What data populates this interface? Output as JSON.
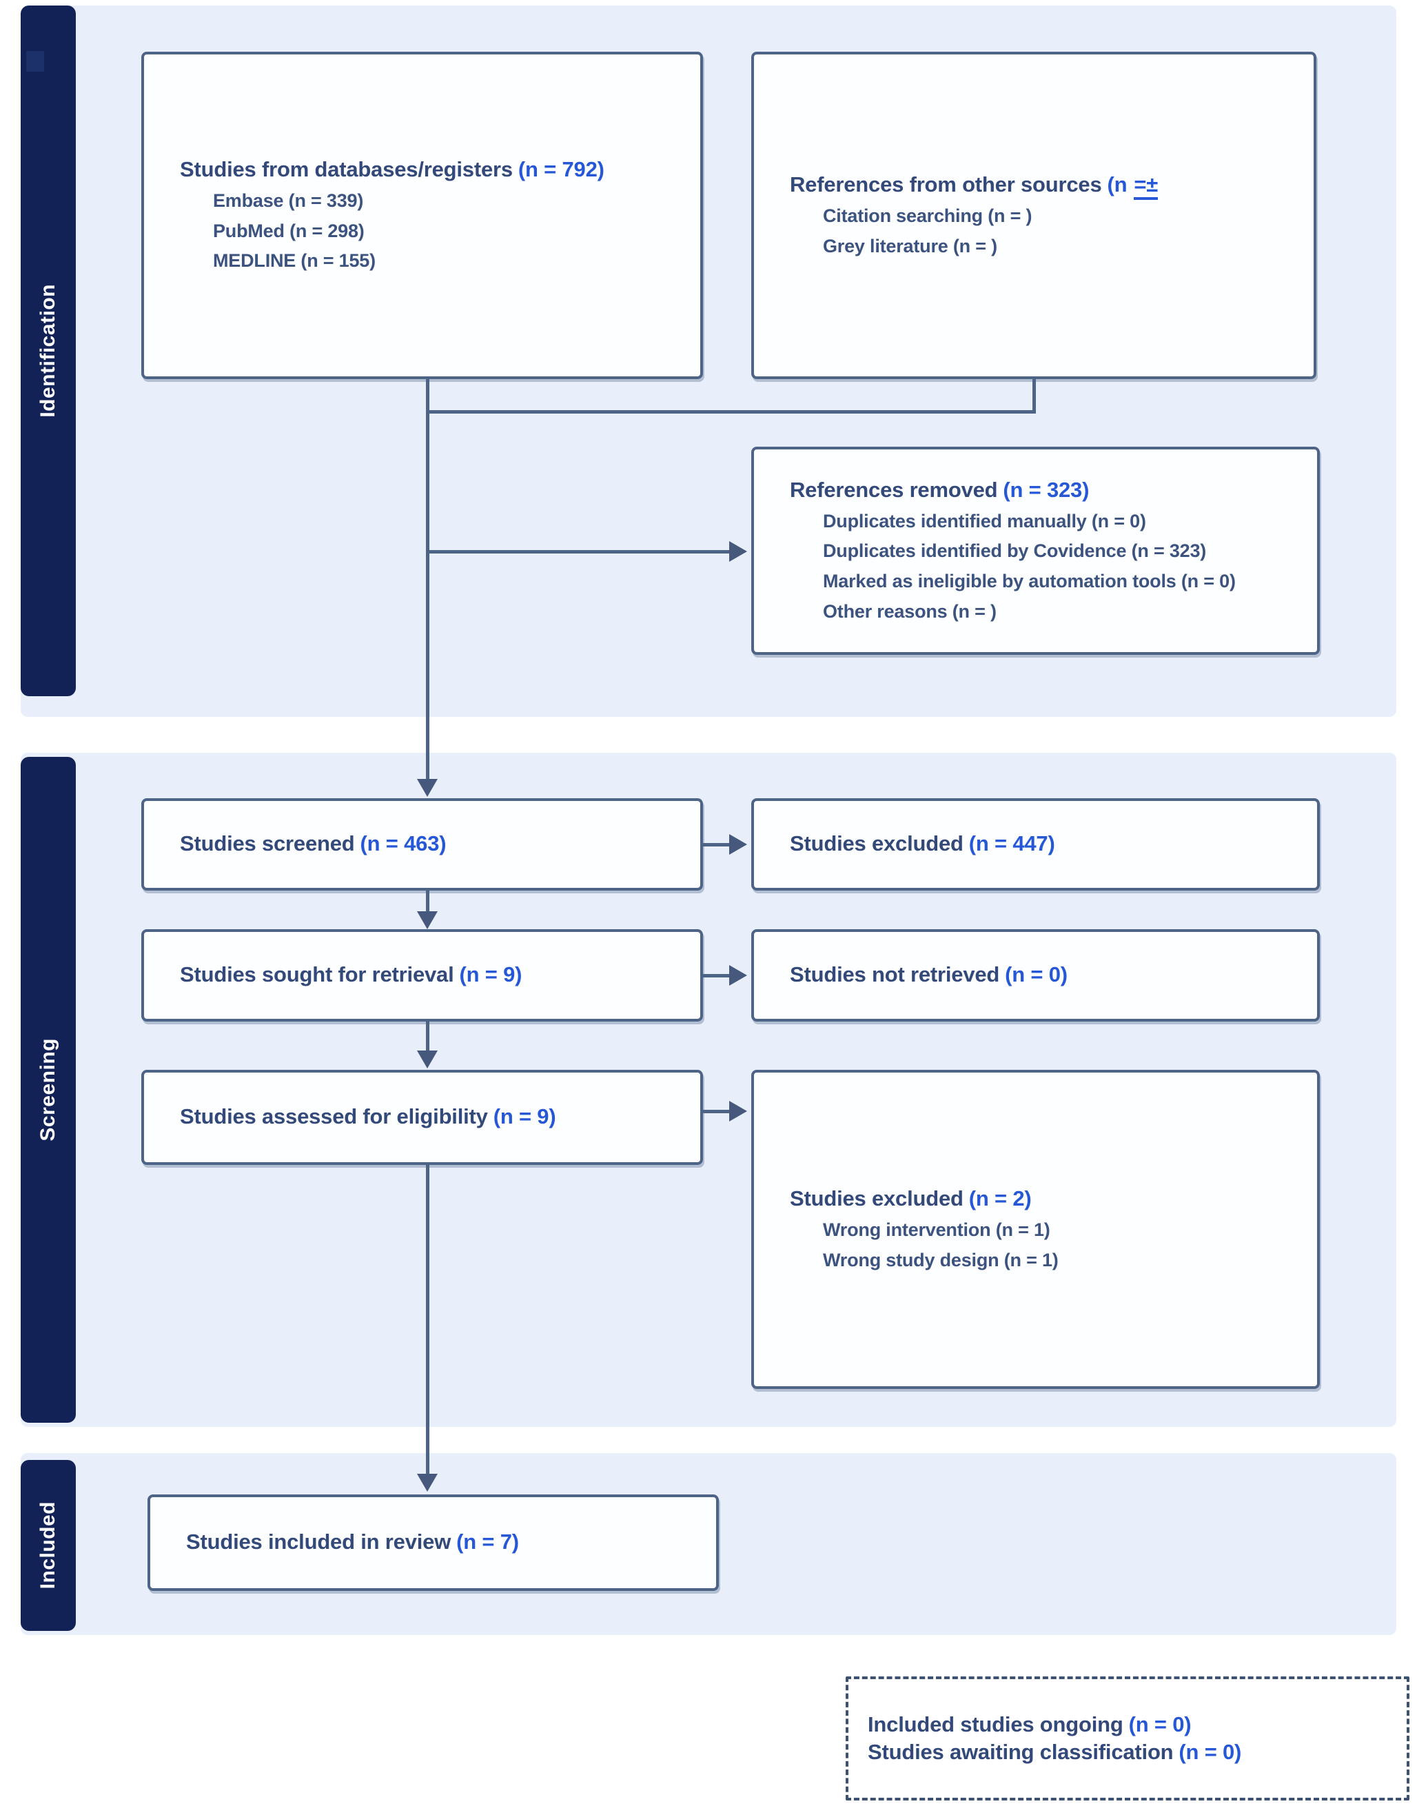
{
  "colors": {
    "sidebar_navy": "#122257",
    "band_blue": "#e9effa",
    "box_border": "#4d6486",
    "arrow": "#46597c",
    "text_dark": "#33497a",
    "accent_blue": "#2557d6"
  },
  "sidebar": {
    "identification": "Identification",
    "screening": "Screening",
    "included": "Included"
  },
  "boxes": {
    "sources": {
      "title": "Studies from databases/registers",
      "count": "(n = 792)",
      "items": [
        "Embase (n = 339)",
        "PubMed (n = 298)",
        "MEDLINE (n = 155)"
      ]
    },
    "other_sources": {
      "title": "References from other sources",
      "count": "(n",
      "artifact": "=±",
      "items": [
        "Citation searching (n = )",
        "Grey literature (n = )"
      ]
    },
    "removed": {
      "title": "References removed",
      "count": "(n = 323)",
      "items": [
        "Duplicates identified manually (n = 0)",
        "Duplicates identified by Covidence (n = 323)",
        "Marked as ineligible by automation tools (n = 0)",
        "Other reasons (n = )"
      ]
    },
    "screened": {
      "title": "Studies screened",
      "count": "(n = 463)"
    },
    "excluded_screening": {
      "title": "Studies excluded",
      "count": "(n = 447)"
    },
    "sought": {
      "title": "Studies sought for retrieval",
      "count": "(n = 9)"
    },
    "not_retrieved": {
      "title": "Studies not retrieved",
      "count": "(n = 0)"
    },
    "assessed": {
      "title": "Studies assessed for eligibility",
      "count": "(n = 9)"
    },
    "excluded_eligibility": {
      "title": "Studies excluded",
      "count": "(n = 2)",
      "items": [
        "Wrong intervention (n = 1)",
        "Wrong study design (n = 1)"
      ]
    },
    "included_review": {
      "title": "Studies included in review",
      "count": "(n = 7)"
    },
    "ongoing": {
      "line1_title": "Included studies ongoing",
      "line1_count": "(n = 0)",
      "line2_title": "Studies awaiting classification",
      "line2_count": "(n = 0)"
    }
  }
}
